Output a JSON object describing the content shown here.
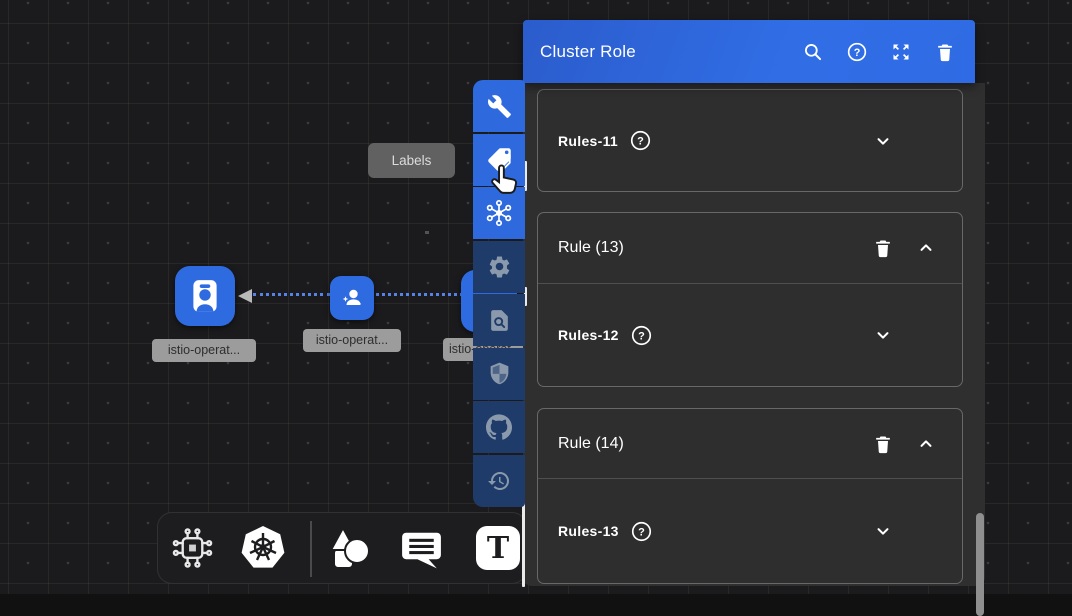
{
  "panel": {
    "title": "Cluster Role",
    "header_icons": [
      "search-icon",
      "help-icon",
      "expand-icon",
      "delete-icon"
    ],
    "cards": [
      {
        "rows": [
          {
            "type": "rules",
            "label": "Rules-11",
            "icons": [
              "help-icon",
              "chevron-down-icon"
            ]
          }
        ]
      },
      {
        "rows": [
          {
            "type": "rule",
            "label": "Rule (13)",
            "icons": [
              "delete-icon",
              "chevron-up-icon"
            ]
          },
          {
            "type": "rules",
            "label": "Rules-12",
            "icons": [
              "help-icon",
              "chevron-down-icon"
            ]
          }
        ]
      },
      {
        "rows": [
          {
            "type": "rule",
            "label": "Rule (14)",
            "icons": [
              "delete-icon",
              "chevron-up-icon"
            ]
          },
          {
            "type": "rules",
            "label": "Rules-13",
            "icons": [
              "help-icon",
              "chevron-down-icon"
            ]
          }
        ]
      }
    ],
    "scrollbar_visible": true
  },
  "tooltip": {
    "text": "Labels"
  },
  "vertical_toolbar": {
    "items": [
      {
        "name": "wrench-icon",
        "variant": "primary"
      },
      {
        "name": "labels-icon",
        "variant": "primary",
        "hovered": true
      },
      {
        "name": "mesh-hub-icon",
        "variant": "primary"
      },
      {
        "name": "gear-icon",
        "variant": "muted"
      },
      {
        "name": "doc-search-icon",
        "variant": "muted"
      },
      {
        "name": "shield-icon",
        "variant": "muted"
      },
      {
        "name": "github-icon",
        "variant": "muted"
      },
      {
        "name": "history-icon",
        "variant": "muted"
      }
    ]
  },
  "bottom_bar": {
    "icons": [
      "circuit-chip-icon",
      "kubernetes-icon",
      "shapes-icon",
      "comment-icon",
      "text-tool-icon"
    ],
    "text_glyph": "T"
  },
  "canvas": {
    "nodes": [
      {
        "label": "istio-operat...",
        "icon": "service-account-badge-icon"
      },
      {
        "label": "istio-operat...",
        "icon": "user-sparkle-icon"
      },
      {
        "label": "istio-operat...",
        "icon": "hidden-behind-toolbar"
      }
    ],
    "edges": [
      {
        "from": 1,
        "to": 0,
        "style": "dotted-arrow"
      },
      {
        "from": 2,
        "to": 1,
        "style": "dotted"
      }
    ]
  },
  "icons": {
    "question_mark": "?"
  },
  "colors": {
    "accent_blue": "#2e6ade",
    "toolbar_muted_blue": "#1f3b6a",
    "node_blue": "#2f6be0",
    "panel_bg": "#2f2f30",
    "canvas_bg": "#1b1b1d",
    "pill_gray": "#9c9c9c",
    "tooltip_gray": "#616161"
  }
}
